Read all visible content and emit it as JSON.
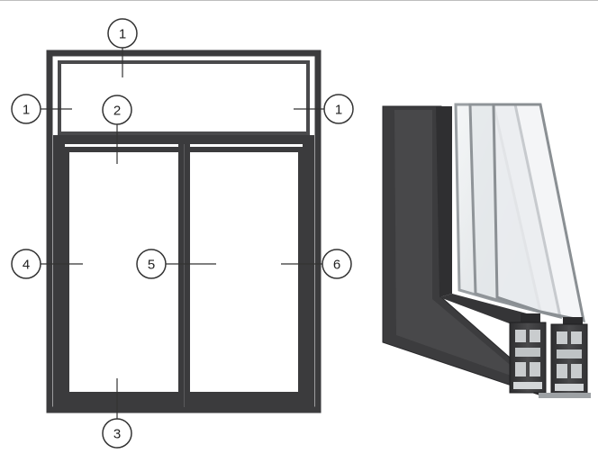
{
  "callouts": {
    "top": "1",
    "left_transom": "1",
    "right_transom": "1",
    "transom_bar": "2",
    "bottom_rail": "3",
    "left_jamb": "4",
    "interlock": "5",
    "right_jamb": "6"
  },
  "colors": {
    "frame": "#3b3b3d",
    "frame_highlight": "#5a5a5c",
    "glass": "#e9ecee",
    "callout_stroke": "#333333"
  }
}
